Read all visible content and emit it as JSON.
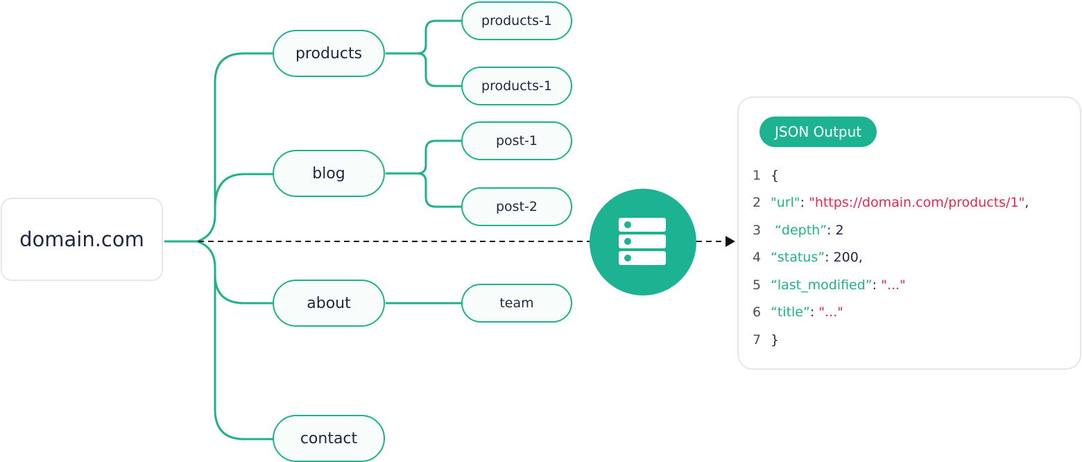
{
  "root": {
    "label": "domain.com"
  },
  "branches": [
    {
      "label": "products",
      "children": [
        "products-1",
        "products-1"
      ]
    },
    {
      "label": "blog",
      "children": [
        "post-1",
        "post-2"
      ]
    },
    {
      "label": "about",
      "children": [
        "team"
      ]
    },
    {
      "label": "contact",
      "children": []
    }
  ],
  "crawler": {
    "icon": "server-icon"
  },
  "output": {
    "badge": "JSON Output",
    "lines": [
      {
        "num": "1",
        "pre": "",
        "key": "",
        "sep": "",
        "value": "{",
        "value_type": "punc",
        "post": ""
      },
      {
        "num": "2",
        "pre": "",
        "key": "\"url\"",
        "sep": ": ",
        "value": "\"https://domain.com/products/1\"",
        "value_type": "str",
        "post": ","
      },
      {
        "num": "3",
        "pre": " ",
        "key": "“depth”",
        "sep": ": ",
        "value": "2",
        "value_type": "punc",
        "post": ""
      },
      {
        "num": "4",
        "pre": "",
        "key": "“status”",
        "sep": ": ",
        "value": "200",
        "value_type": "punc",
        "post": ","
      },
      {
        "num": "5",
        "pre": "",
        "key": "“last_modified”",
        "sep": ": ",
        "value": "\"...\"",
        "value_type": "str",
        "post": ""
      },
      {
        "num": "6",
        "pre": "",
        "key": "“title”",
        "sep": ": ",
        "value": "\"...\"",
        "value_type": "str",
        "post": ""
      },
      {
        "num": "7",
        "pre": "",
        "key": "",
        "sep": "",
        "value": "}",
        "value_type": "punc",
        "post": ""
      }
    ]
  },
  "colors": {
    "accent": "#1db392",
    "line": "#1fb08c",
    "string": "#e8264e",
    "text": "#1f2640",
    "border": "#e3e6ea"
  }
}
